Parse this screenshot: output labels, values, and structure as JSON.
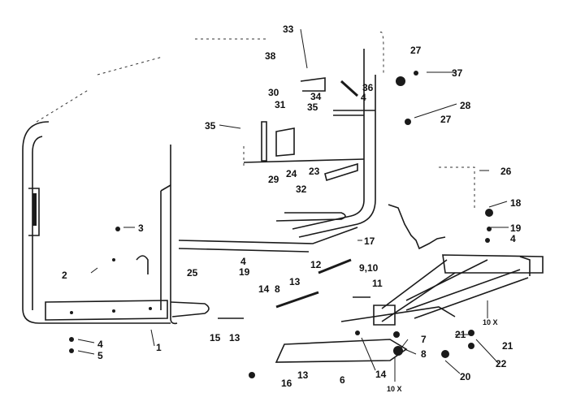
{
  "diagram": {
    "callouts": {
      "c1": "1",
      "c2": "2",
      "c3": "3",
      "c4a": "4",
      "c4b": "4",
      "c4c": "4",
      "c4d": "4",
      "c5": "5",
      "c6": "6",
      "c7": "7",
      "c8a": "8",
      "c8b": "8",
      "c9_10": "9,10",
      "c11": "11",
      "c12": "12",
      "c13a": "13",
      "c13b": "13",
      "c13c": "13",
      "c14a": "14",
      "c14b": "14",
      "c15": "15",
      "c16": "16",
      "c17": "17",
      "c18": "18",
      "c19a": "19",
      "c19b": "19",
      "c20": "20",
      "c21a": "21",
      "c21b": "21",
      "c22": "22",
      "c23": "23",
      "c24": "24",
      "c25": "25",
      "c26": "26",
      "c27a": "27",
      "c27b": "27",
      "c28": "28",
      "c29": "29",
      "c30": "30",
      "c31": "31",
      "c32": "32",
      "c33": "33",
      "c34": "34",
      "c35a": "35",
      "c35b": "35",
      "c36": "36",
      "c37": "37",
      "c38": "38",
      "c10x_a": "10 X",
      "c10x_b": "10 X"
    }
  }
}
